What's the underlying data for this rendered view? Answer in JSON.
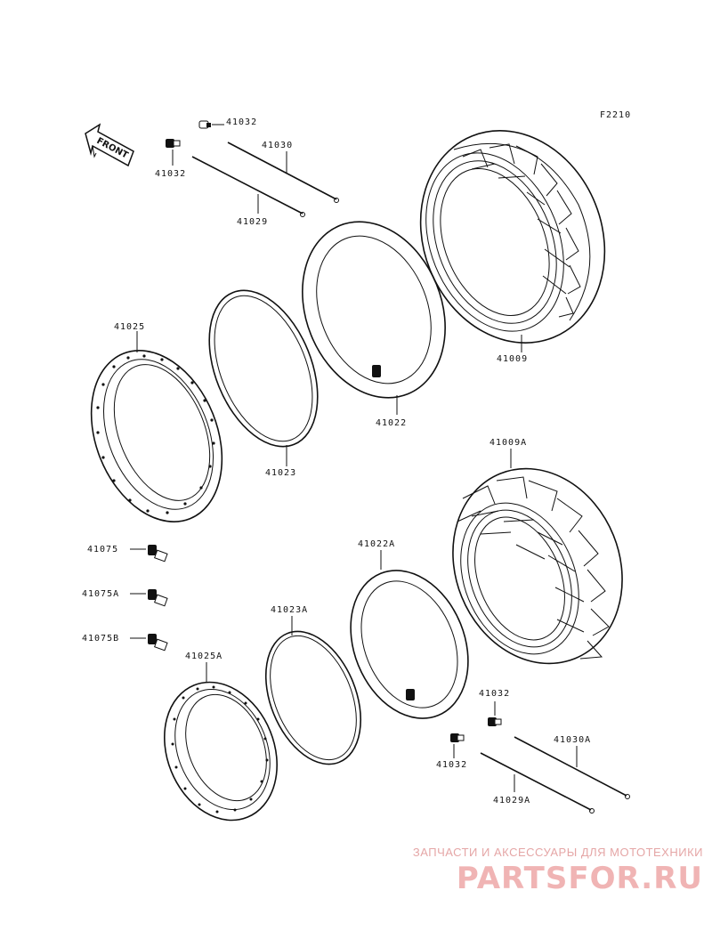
{
  "diagram_code": "F2210",
  "front_label": "FRONT",
  "parts": {
    "valve_cap_front_a": "41032",
    "valve_cap_front_b": "41032",
    "spoke_long_front": "41030",
    "spoke_short_front": "41029",
    "tire_front": "41009",
    "tube_front": "41022",
    "rim_front": "41025",
    "rim_band_front": "41023",
    "tire_rear": "41009A",
    "tube_rear": "41022A",
    "rim_rear": "41025A",
    "rim_band_rear": "41023A",
    "nipple_a": "41075",
    "nipple_b": "41075A",
    "nipple_c": "41075B",
    "valve_cap_rear_a": "41032",
    "valve_cap_rear_b": "41032",
    "spoke_long_rear": "41030A",
    "spoke_short_rear": "41029A"
  },
  "watermark": {
    "tagline": "ЗАПЧАСТИ И АКСЕССУАРЫ ДЛЯ МОТОТЕХНИКИ",
    "logo": "PARTSFOR.RU"
  }
}
